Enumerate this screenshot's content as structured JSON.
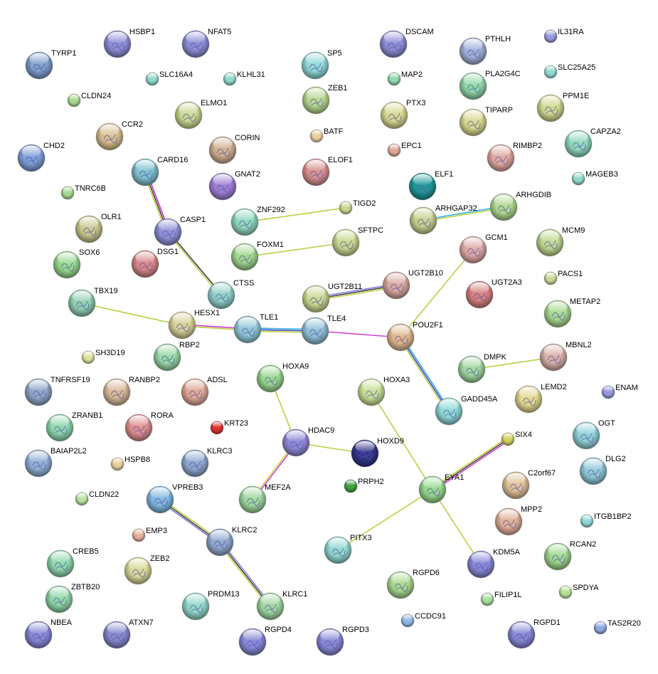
{
  "network": {
    "nodes": [
      {
        "label": "HSBP1",
        "color": "#8e8ed8",
        "has_structure": true
      },
      {
        "label": "NFAT5",
        "color": "#8e8ed8",
        "has_structure": true
      },
      {
        "label": "TYRP1",
        "color": "#7f9fcc",
        "has_structure": true
      },
      {
        "label": "SLC16A4",
        "color": "#8fd8cc",
        "has_structure": false
      },
      {
        "label": "KLHL31",
        "color": "#8fd8cc",
        "has_structure": false
      },
      {
        "label": "CLDN24",
        "color": "#a8d890",
        "has_structure": false
      },
      {
        "label": "ELMO1",
        "color": "#c8d890",
        "has_structure": true
      },
      {
        "label": "CCR2",
        "color": "#d8c090",
        "has_structure": true
      },
      {
        "label": "CORIN",
        "color": "#d0b090",
        "has_structure": true
      },
      {
        "label": "CHD2",
        "color": "#7f9fd8",
        "has_structure": true
      },
      {
        "label": "CARD16",
        "color": "#80c0d0",
        "has_structure": true
      },
      {
        "label": "GNAT2",
        "color": "#9f7fd8",
        "has_structure": true
      },
      {
        "label": "TNRC6B",
        "color": "#a8d890",
        "has_structure": false
      },
      {
        "label": "SP5",
        "color": "#90d8d8",
        "has_structure": true
      },
      {
        "label": "ZEB1",
        "color": "#b8d890",
        "has_structure": true
      },
      {
        "label": "BATF",
        "color": "#e8d0a0",
        "has_structure": false
      },
      {
        "label": "ELOF1",
        "color": "#d89090",
        "has_structure": true
      },
      {
        "label": "DSCAM",
        "color": "#8e8ed8",
        "has_structure": true
      },
      {
        "label": "MAP2",
        "color": "#90d8b0",
        "has_structure": false
      },
      {
        "label": "PTX3",
        "color": "#d8d890",
        "has_structure": true
      },
      {
        "label": "EPC1",
        "color": "#e0a898",
        "has_structure": false
      },
      {
        "label": "PTHLH",
        "color": "#a0b0d8",
        "has_structure": true
      },
      {
        "label": "PLA2G4C",
        "color": "#90d8a8",
        "has_structure": true
      },
      {
        "label": "TIPARP",
        "color": "#d8d890",
        "has_structure": true
      },
      {
        "label": "RIMBP2",
        "color": "#e0a8a0",
        "has_structure": true
      },
      {
        "label": "ELF1",
        "color": "#209898",
        "has_structure": true
      },
      {
        "label": "IL31RA",
        "color": "#9898e0",
        "has_structure": false
      },
      {
        "label": "SLC25A25",
        "color": "#90d8d0",
        "has_structure": false
      },
      {
        "label": "PPM1E",
        "color": "#d0d890",
        "has_structure": true
      },
      {
        "label": "CAPZA2",
        "color": "#90d8c0",
        "has_structure": true
      },
      {
        "label": "MAGEB3",
        "color": "#90d8c8",
        "has_structure": false
      },
      {
        "label": "ZNF292",
        "color": "#90d8c0",
        "has_structure": true
      },
      {
        "label": "TIGD2",
        "color": "#c8d890",
        "has_structure": false
      },
      {
        "label": "ARHGAP32",
        "color": "#c8d090",
        "has_structure": true
      },
      {
        "label": "ARHGDIB",
        "color": "#b0d890",
        "has_structure": true
      },
      {
        "label": "OLR1",
        "color": "#c8c890",
        "has_structure": true
      },
      {
        "label": "CASP1",
        "color": "#9090d8",
        "has_structure": true
      },
      {
        "label": "DSG1",
        "color": "#d88888",
        "has_structure": true
      },
      {
        "label": "SOX6",
        "color": "#98d890",
        "has_structure": true
      },
      {
        "label": "FOXM1",
        "color": "#a0d890",
        "has_structure": true
      },
      {
        "label": "SFTPC",
        "color": "#c8d890",
        "has_structure": true
      },
      {
        "label": "GCM1",
        "color": "#e0a8a8",
        "has_structure": true
      },
      {
        "label": "MCM9",
        "color": "#c0d890",
        "has_structure": true
      },
      {
        "label": "PACS1",
        "color": "#c8d898",
        "has_structure": false
      },
      {
        "label": "TBX19",
        "color": "#90d0b0",
        "has_structure": true
      },
      {
        "label": "CTSS",
        "color": "#90d0c8",
        "has_structure": true
      },
      {
        "label": "UGT2B11",
        "color": "#c8d890",
        "has_structure": true
      },
      {
        "label": "UGT2B10",
        "color": "#d8a8a0",
        "has_structure": true
      },
      {
        "label": "UGT2A3",
        "color": "#d88080",
        "has_structure": true
      },
      {
        "label": "METAP2",
        "color": "#a8d890",
        "has_structure": true
      },
      {
        "label": "HESX1",
        "color": "#d8d098",
        "has_structure": true
      },
      {
        "label": "TLE1",
        "color": "#90c8d8",
        "has_structure": true
      },
      {
        "label": "TLE4",
        "color": "#90c0d8",
        "has_structure": true
      },
      {
        "label": "POU2F1",
        "color": "#e0b890",
        "has_structure": true
      },
      {
        "label": "RBP2",
        "color": "#98d8a8",
        "has_structure": true
      },
      {
        "label": "SH3D19",
        "color": "#e0e0a0",
        "has_structure": false
      },
      {
        "label": "DMPK",
        "color": "#a0d8a0",
        "has_structure": true
      },
      {
        "label": "MBNL2",
        "color": "#d8b0a8",
        "has_structure": true
      },
      {
        "label": "HOXA9",
        "color": "#98d890",
        "has_structure": true
      },
      {
        "label": "HOXA3",
        "color": "#c8e098",
        "has_structure": true
      },
      {
        "label": "TNFRSF19",
        "color": "#90a8c8",
        "has_structure": true
      },
      {
        "label": "RANBP2",
        "color": "#d8b898",
        "has_structure": true
      },
      {
        "label": "ADSL",
        "color": "#e0a898",
        "has_structure": true
      },
      {
        "label": "LEMD2",
        "color": "#e0d890",
        "has_structure": true
      },
      {
        "label": "ENAM",
        "color": "#9898e0",
        "has_structure": false
      },
      {
        "label": "GADD45A",
        "color": "#90d8d8",
        "has_structure": true
      },
      {
        "label": "KRT23",
        "color": "#e03030",
        "has_structure": false
      },
      {
        "label": "ZRANB1",
        "color": "#90d8b0",
        "has_structure": true
      },
      {
        "label": "RORA",
        "color": "#e09090",
        "has_structure": true
      },
      {
        "label": "SIX4",
        "color": "#d0d060",
        "has_structure": false
      },
      {
        "label": "OGT",
        "color": "#90d0d8",
        "has_structure": true
      },
      {
        "label": "BAIAP2L2",
        "color": "#90b0d8",
        "has_structure": true
      },
      {
        "label": "HSPB8",
        "color": "#e8d0a0",
        "has_structure": false
      },
      {
        "label": "KLRC3",
        "color": "#90a8d0",
        "has_structure": true
      },
      {
        "label": "HDAC9",
        "color": "#9088d8",
        "has_structure": true
      },
      {
        "label": "HOXD9",
        "color": "#34348c",
        "has_structure": true
      },
      {
        "label": "DLG2",
        "color": "#90c8d8",
        "has_structure": true
      },
      {
        "label": "PRPH2",
        "color": "#40a040",
        "has_structure": false
      },
      {
        "label": "EYA1",
        "color": "#98d890",
        "has_structure": true
      },
      {
        "label": "C2orf67",
        "color": "#e0c098",
        "has_structure": true
      },
      {
        "label": "CLDN22",
        "color": "#b8e0a0",
        "has_structure": false
      },
      {
        "label": "VPREB3",
        "color": "#80b8e0",
        "has_structure": true
      },
      {
        "label": "MEF2A",
        "color": "#a0d8a0",
        "has_structure": true
      },
      {
        "label": "EMP3",
        "color": "#e8b098",
        "has_structure": false
      },
      {
        "label": "MPP2",
        "color": "#e0b098",
        "has_structure": true
      },
      {
        "label": "ITGB1BP2",
        "color": "#90d8d8",
        "has_structure": false
      },
      {
        "label": "KLRC2",
        "color": "#90a8d0",
        "has_structure": true
      },
      {
        "label": "PITX3",
        "color": "#90d8d0",
        "has_structure": true
      },
      {
        "label": "KDM5A",
        "color": "#8888d8",
        "has_structure": true
      },
      {
        "label": "RCAN2",
        "color": "#a0d890",
        "has_structure": true
      },
      {
        "label": "CREB5",
        "color": "#90d8b0",
        "has_structure": true
      },
      {
        "label": "ZEB2",
        "color": "#d8d898",
        "has_structure": true
      },
      {
        "label": "RGPD6",
        "color": "#a8d890",
        "has_structure": true
      },
      {
        "label": "SPDYA",
        "color": "#b8e098",
        "has_structure": false
      },
      {
        "label": "FILIP1L",
        "color": "#a8e0a0",
        "has_structure": false
      },
      {
        "label": "ZBTB20",
        "color": "#90d8a8",
        "has_structure": true
      },
      {
        "label": "PRDM13",
        "color": "#90d8c8",
        "has_structure": true
      },
      {
        "label": "KLRC1",
        "color": "#a0d8a0",
        "has_structure": true
      },
      {
        "label": "CCDC91",
        "color": "#90b8e0",
        "has_structure": false
      },
      {
        "label": "NBEA",
        "color": "#8888d8",
        "has_structure": true
      },
      {
        "label": "ATXN7",
        "color": "#8888d0",
        "has_structure": true
      },
      {
        "label": "RGPD4",
        "color": "#8888d8",
        "has_structure": true
      },
      {
        "label": "RGPD3",
        "color": "#8888d8",
        "has_structure": true
      },
      {
        "label": "RGPD1",
        "color": "#8888d8",
        "has_structure": true
      },
      {
        "label": "TAS2R20",
        "color": "#90a8e0",
        "has_structure": false
      }
    ],
    "edges": [
      {
        "source": "CARD16",
        "target": "CASP1",
        "colors": [
          "#c832c8",
          "#404040",
          "#b8d040"
        ]
      },
      {
        "source": "CASP1",
        "target": "CTSS",
        "colors": [
          "#404040",
          "#b8d040"
        ]
      },
      {
        "source": "ZNF292",
        "target": "TIGD2",
        "colors": [
          "#b8d040"
        ]
      },
      {
        "source": "FOXM1",
        "target": "SFTPC",
        "colors": [
          "#b8d040"
        ]
      },
      {
        "source": "ARHGAP32",
        "target": "ARHGDIB",
        "colors": [
          "#30b0e0",
          "#b8d040"
        ]
      },
      {
        "source": "TBX19",
        "target": "HESX1",
        "colors": [
          "#b8d040"
        ]
      },
      {
        "source": "HESX1",
        "target": "TLE1",
        "colors": [
          "#d040d0",
          "#b8d040"
        ]
      },
      {
        "source": "TLE1",
        "target": "TLE4",
        "colors": [
          "#30b0e0",
          "#4040c0",
          "#b8d040"
        ]
      },
      {
        "source": "TLE4",
        "target": "POU2F1",
        "colors": [
          "#d040d0"
        ]
      },
      {
        "source": "UGT2B11",
        "target": "UGT2B10",
        "colors": [
          "#8080e0",
          "#404040",
          "#c8d040"
        ]
      },
      {
        "source": "POU2F1",
        "target": "GCM1",
        "colors": [
          "#b8d040"
        ]
      },
      {
        "source": "POU2F1",
        "target": "GADD45A",
        "colors": [
          "#30b0e0",
          "#4040c0",
          "#b8d040"
        ]
      },
      {
        "source": "DMPK",
        "target": "MBNL2",
        "colors": [
          "#b8d040"
        ]
      },
      {
        "source": "HOXA9",
        "target": "HDAC9",
        "colors": [
          "#b8d040"
        ]
      },
      {
        "source": "HDAC9",
        "target": "HOXD9",
        "colors": [
          "#b8d040"
        ]
      },
      {
        "source": "HDAC9",
        "target": "MEF2A",
        "colors": [
          "#d040d0",
          "#c8d040"
        ]
      },
      {
        "source": "HOXA3",
        "target": "EYA1",
        "colors": [
          "#b8d040"
        ]
      },
      {
        "source": "SIX4",
        "target": "EYA1",
        "colors": [
          "#d040d0",
          "#404040",
          "#c8d040"
        ]
      },
      {
        "source": "EYA1",
        "target": "PITX3",
        "colors": [
          "#b8d040"
        ]
      },
      {
        "source": "EYA1",
        "target": "KDM5A",
        "colors": [
          "#b8d040"
        ]
      },
      {
        "source": "VPREB3",
        "target": "KLRC2",
        "colors": [
          "#c8d040",
          "#404040",
          "#8080e0"
        ]
      },
      {
        "source": "KLRC2",
        "target": "KLRC1",
        "colors": [
          "#8080e0",
          "#404040",
          "#c8d040"
        ]
      }
    ]
  }
}
